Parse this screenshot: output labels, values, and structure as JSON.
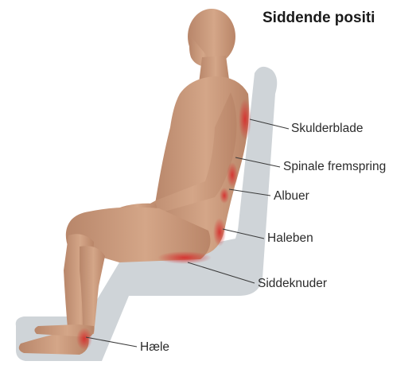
{
  "title": "Siddende positi",
  "labels": {
    "skulderblade": "Skulderblade",
    "spinale": "Spinale fremspring",
    "albuer": "Albuer",
    "haleben": "Haleben",
    "siddeknuder": "Siddeknuder",
    "haele": "Hæle"
  },
  "colors": {
    "chair": "#cfd4d8",
    "skin": "#c99a7c",
    "skin_shadow": "#a87a5e",
    "pressure": "#d23a3a"
  }
}
